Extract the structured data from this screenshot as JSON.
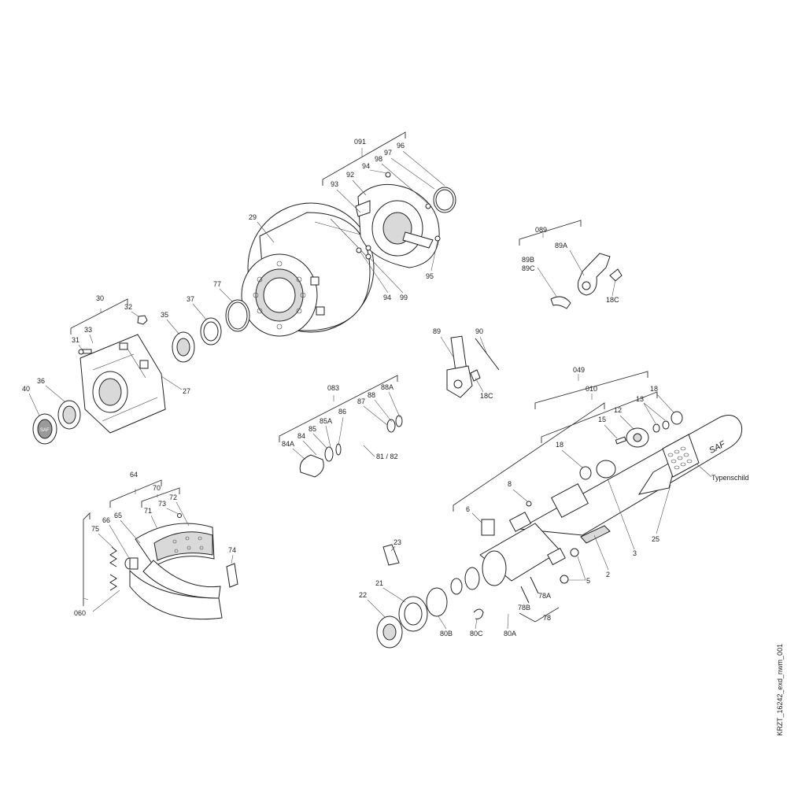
{
  "labels": {
    "l091": "091",
    "l96": "96",
    "l97": "97",
    "l98": "98",
    "l94a": "94",
    "l92": "92",
    "l93": "93",
    "l29": "29",
    "l95": "95",
    "l94b": "94",
    "l99": "99",
    "l089": "089",
    "l89A": "89A",
    "l89B": "89B",
    "l89C": "89C",
    "l18C_a": "18C",
    "l77": "77",
    "l37": "37",
    "l35": "35",
    "l32": "32",
    "l30": "30",
    "l33": "33",
    "l31": "31",
    "l27": "27",
    "l36": "36",
    "l40": "40",
    "l89": "89",
    "l90": "90",
    "l18C_b": "18C",
    "l083": "083",
    "l88A": "88A",
    "l88": "88",
    "l87": "87",
    "l86": "86",
    "l85A": "85A",
    "l85": "85",
    "l84": "84",
    "l84A": "84A",
    "l81_82": "81 / 82",
    "l049": "049",
    "l010": "010",
    "l13": "13",
    "l18a": "18",
    "l15": "15",
    "l12": "12",
    "l18b": "18",
    "typenschild": "Typenschild",
    "l8": "8",
    "l6": "6",
    "l2": "2",
    "l3": "3",
    "l25": "25",
    "l5": "5",
    "l64": "64",
    "l70": "70",
    "l72": "72",
    "l73": "73",
    "l71": "71",
    "l65": "65",
    "l66": "66",
    "l75": "75",
    "l74": "74",
    "l060": "060",
    "l23": "23",
    "l21": "21",
    "l22": "22",
    "l80B": "80B",
    "l80C": "80C",
    "l80A": "80A",
    "l78B": "78B",
    "l78A": "78A",
    "l78": "78",
    "saf_plate": "SAF",
    "saf_hub": "SAF"
  },
  "drawing_id": "KRZT_16242_exd_nwm_001"
}
